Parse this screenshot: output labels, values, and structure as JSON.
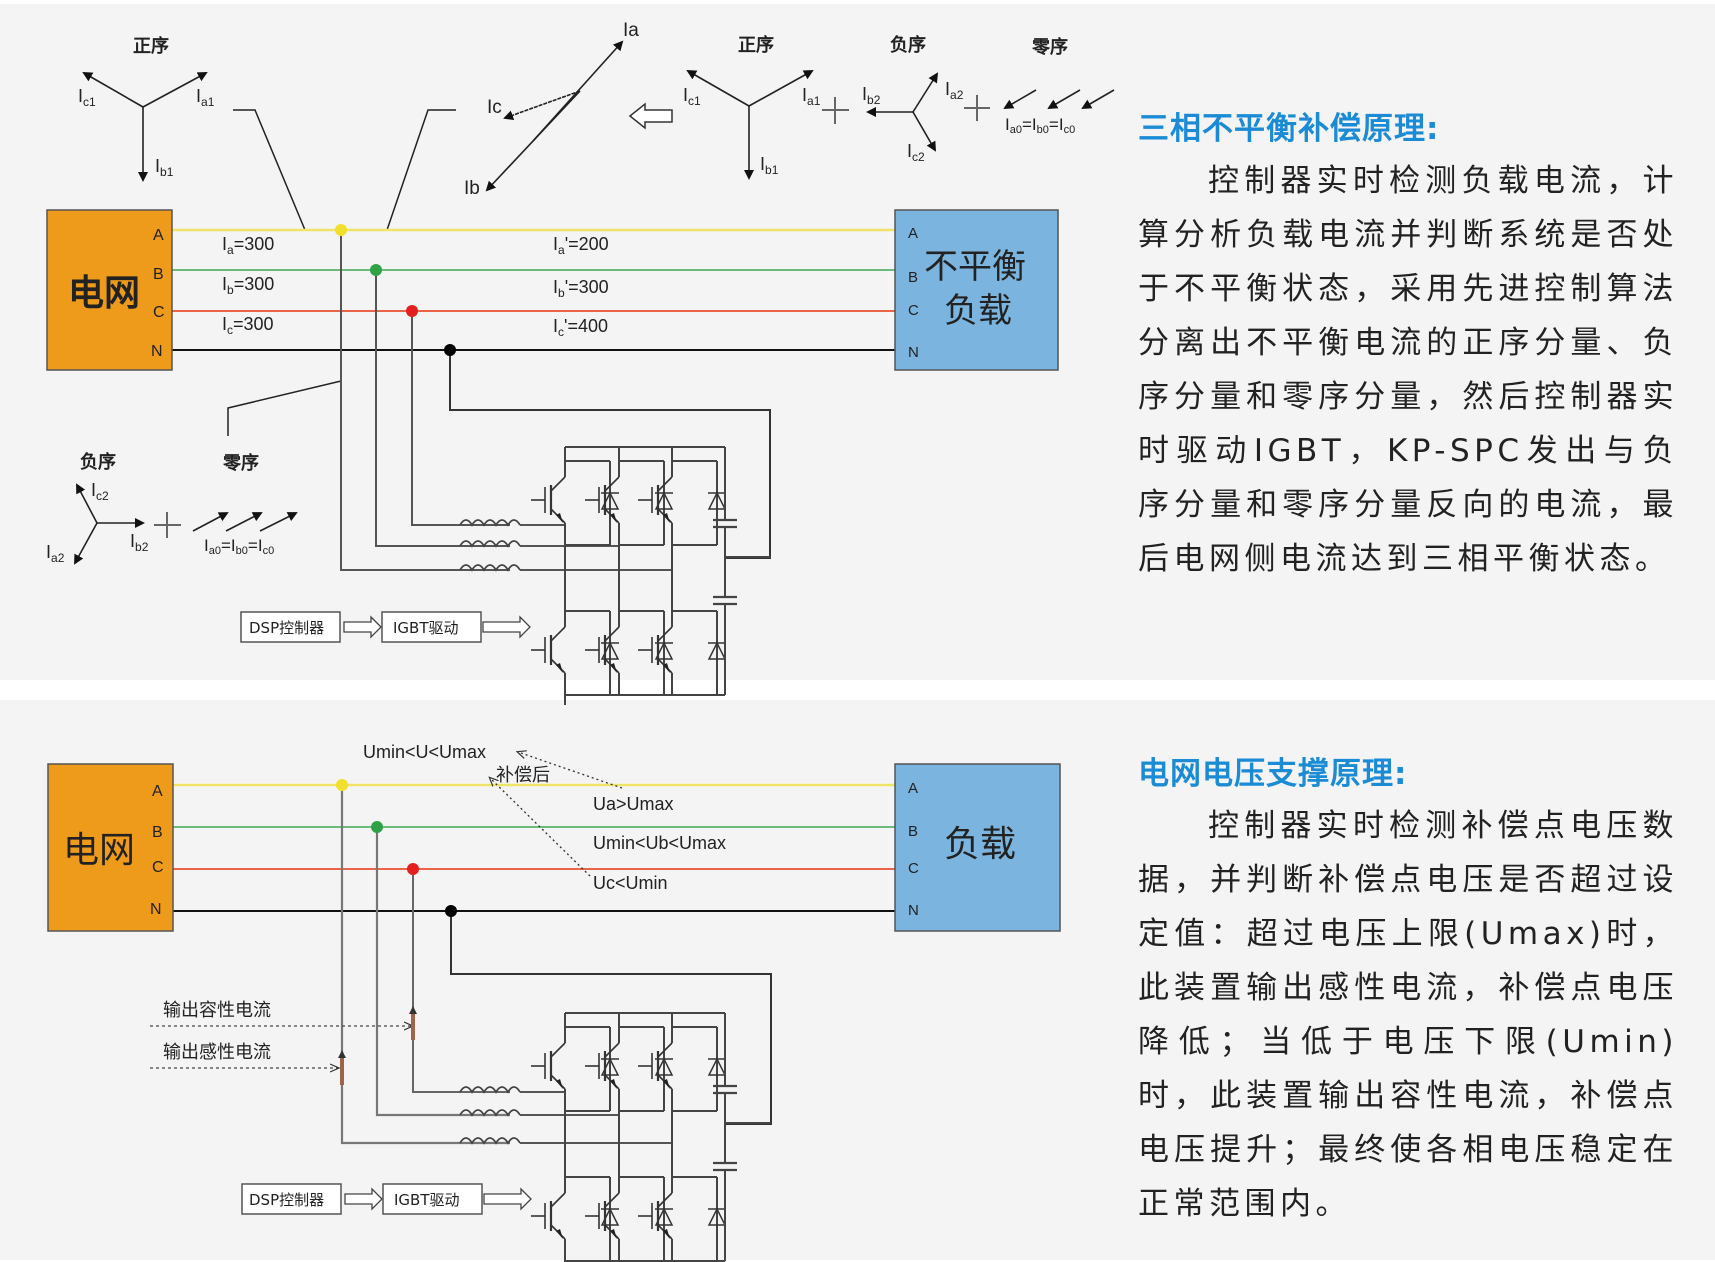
{
  "section1": {
    "heading": "三相不平衡补偿原理:",
    "body": "控制器实时检测负载电流，计算分析负载电流并判断系统是否处于不平衡状态，采用先进控制算法分离出不平衡电流的正序分量、负序分量和零序分量，然后控制器实时驱动IGBT，KP-SPC发出与负序分量和零序分量反向的电流，最后电网侧电流达到三相平衡状态。",
    "diagram": {
      "grid_label": "电网",
      "load_label_line1": "不平衡",
      "load_label_line2": "负载",
      "phases": [
        "A",
        "B",
        "C",
        "N"
      ],
      "grid_currents": {
        "a": "Iₐ=300",
        "a_main": "I",
        "a_sub": "a",
        "a_val": "=300",
        "b_main": "I",
        "b_sub": "b",
        "b_val": "=300",
        "c_main": "I",
        "c_sub": "c",
        "c_val": "=300"
      },
      "load_currents": {
        "a_main": "I",
        "a_sub": "a",
        "a_val": "'=200",
        "b_main": "I",
        "b_sub": "b",
        "b_val": "'=300",
        "c_main": "I",
        "c_sub": "c",
        "c_val": "'=400"
      },
      "positive_seq_title": "正序",
      "negative_seq_title": "负序",
      "zero_seq_title": "零序",
      "vec": {
        "I": "I",
        "a1": "a1",
        "b1": "b1",
        "c1": "c1",
        "a2": "a2",
        "b2": "b2",
        "c2": "c2",
        "a0": "a0",
        "b0": "b0",
        "c0": "c0",
        "Ia": "Ia",
        "Ib": "Ib",
        "Ic": "Ic",
        "eq": "="
      },
      "dsp_label": "DSP控制器",
      "igbt_label": "IGBT驱动",
      "plus": "+"
    }
  },
  "section2": {
    "heading": "电网电压支撑原理:",
    "body": "控制器实时检测补偿点电压数据，并判断补偿点电压是否超过设定值：超过电压上限(Umax)时，此装置输出感性电流，补偿点电压降低；当低于电压下限(Umin)时，此装置输出容性电流，补偿点电压提升；最终使各相电压稳定在正常范围内。",
    "diagram": {
      "grid_label": "电网",
      "load_label": "负载",
      "phases": [
        "A",
        "B",
        "C",
        "N"
      ],
      "normal_range": "Umin<U<Umax",
      "after_comp": "补偿后",
      "ua_state": "Ua>Umax",
      "ub_state": "Umin<Ub<Umax",
      "uc_state": "Uc<Umin",
      "capacitive_out": "输出容性电流",
      "inductive_out": "输出感性电流",
      "dsp_label": "DSP控制器",
      "igbt_label": "IGBT驱动"
    }
  },
  "colors": {
    "heading": "#1a8bd4",
    "grid_box": "#ee9a1b",
    "load_box": "#7bb4de",
    "phase_a": "#f1e26a",
    "phase_b": "#3fa853",
    "phase_c": "#e8502f",
    "neutral": "#111111"
  }
}
